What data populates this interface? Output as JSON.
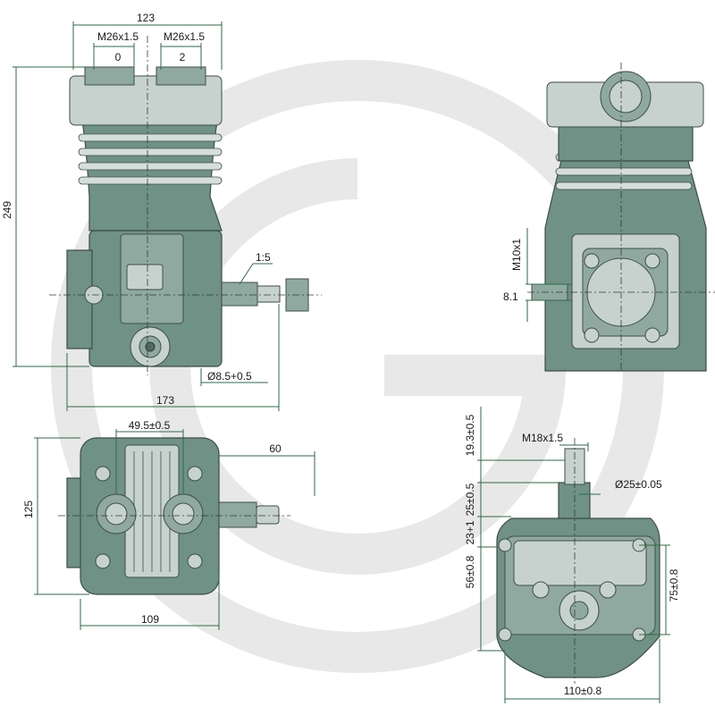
{
  "watermark": {
    "color": "#e6e6e6"
  },
  "colors": {
    "body": "#6f9186",
    "light": "#c7d2ce",
    "dimension_line": "#2e6b45",
    "text": "#1a1a1a"
  },
  "views": {
    "front": {
      "dimensions": {
        "width_top": "123",
        "port_left": "M26x1.5",
        "port_right": "M26x1.5",
        "port_left_num": "0",
        "port_right_num": "2",
        "height": "249",
        "taper": "1:5",
        "shaft_dia": "Ø8.5+0.5",
        "length": "173"
      }
    },
    "side": {
      "dimensions": {
        "thread": "M10x1",
        "offset": "8.1"
      }
    },
    "top": {
      "dimensions": {
        "spacing": "49.5±0.5",
        "shaft_len": "60",
        "depth": "125",
        "width": "109"
      }
    },
    "bottom": {
      "dimensions": {
        "a": "19.3±0.5",
        "thread": "M18x1.5",
        "b": "25±0.5",
        "shaft_dia": "Ø25±0.05",
        "c": "23+1",
        "d": "56±0.8",
        "e": "75±0.8",
        "width": "110±0.8"
      }
    }
  }
}
